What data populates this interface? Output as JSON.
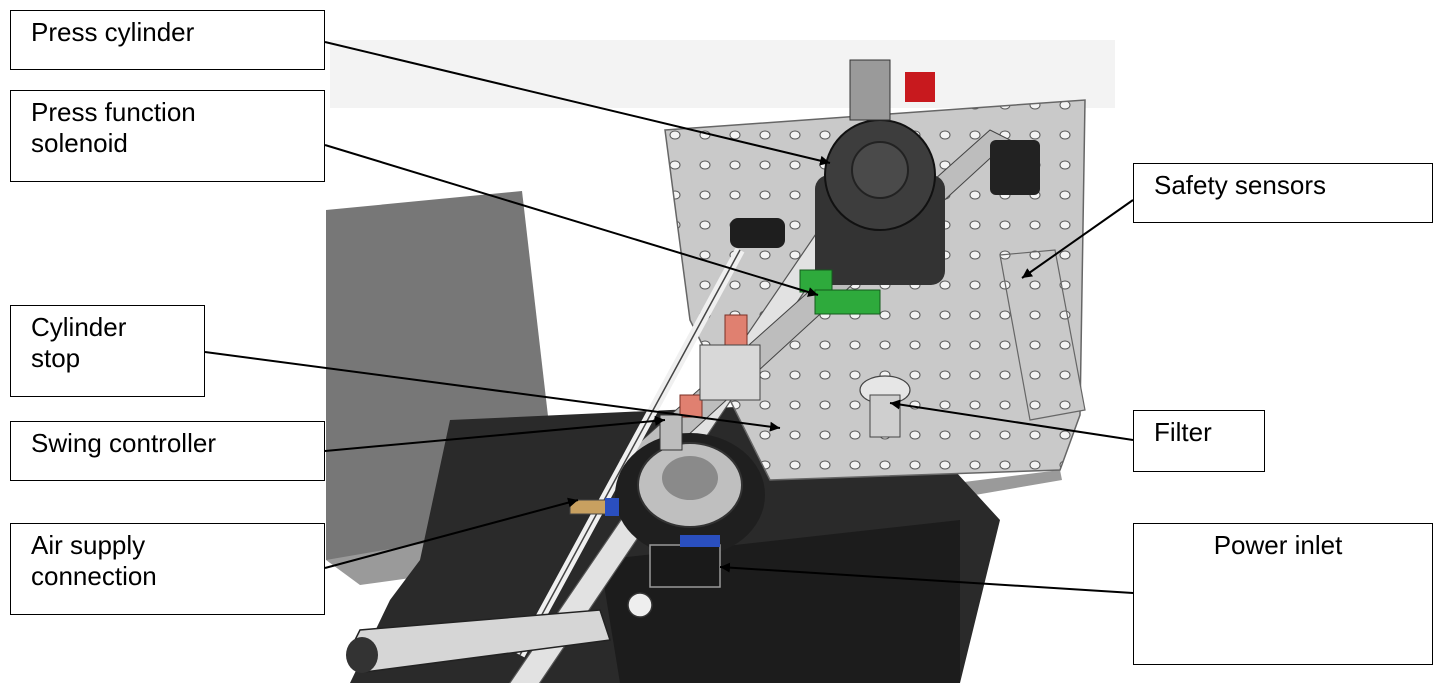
{
  "labels": {
    "press_cylinder": [
      "Press cylinder"
    ],
    "press_function_solenoid": [
      "Press function",
      "solenoid"
    ],
    "cylinder_stop": [
      "Cylinder",
      "stop"
    ],
    "swing_controller": [
      "Swing controller"
    ],
    "air_supply_connection": [
      "Air supply",
      "connection"
    ],
    "safety_sensors": [
      "Safety sensors"
    ],
    "filter": [
      "Filter"
    ],
    "power_inlet": [
      "Power inlet"
    ]
  },
  "colors": {
    "label_border": "#000000",
    "leader_line": "#000000",
    "machine_dark": "#2a2a2a",
    "plate_grey": "#c9c9c9",
    "panel_grey": "#777777",
    "valve_green": "#2eaa3c",
    "accent_red": "#c8191e"
  }
}
